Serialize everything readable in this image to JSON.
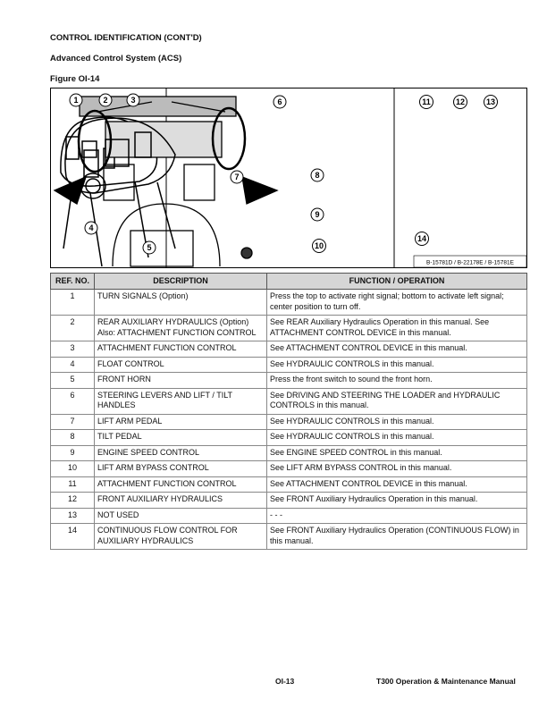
{
  "header": {
    "section": "CONTROL IDENTIFICATION (CONT'D)",
    "subtitle": "Advanced Control System (ACS)",
    "figure_label": "Figure OI-14"
  },
  "figure": {
    "callouts": [
      "1",
      "2",
      "3",
      "4",
      "5",
      "6",
      "7",
      "8",
      "9",
      "10",
      "11",
      "12",
      "13",
      "14"
    ],
    "caption": "B-15781D / B-22178E / B-15781E"
  },
  "table": {
    "headers": [
      "REF. NO.",
      "DESCRIPTION",
      "FUNCTION / OPERATION"
    ],
    "rows": [
      {
        "ref": "1",
        "desc": "TURN SIGNALS (Option)",
        "func": "Press the top to activate right signal; bottom to activate left signal; center position to turn off."
      },
      {
        "ref": "2",
        "desc": "REAR AUXILIARY HYDRAULICS (Option) Also: ATTACHMENT FUNCTION CONTROL",
        "func": "See REAR Auxiliary Hydraulics Operation in this manual. See ATTACHMENT CONTROL DEVICE in this manual."
      },
      {
        "ref": "3",
        "desc": "ATTACHMENT FUNCTION CONTROL",
        "func": "See ATTACHMENT CONTROL DEVICE in this manual."
      },
      {
        "ref": "4",
        "desc": "FLOAT CONTROL",
        "func": "See HYDRAULIC CONTROLS in this manual."
      },
      {
        "ref": "5",
        "desc": "FRONT HORN",
        "func": "Press the front switch to sound the front horn."
      },
      {
        "ref": "6",
        "desc": "STEERING LEVERS AND LIFT / TILT HANDLES",
        "func": "See DRIVING AND STEERING THE LOADER and HYDRAULIC CONTROLS in this manual."
      },
      {
        "ref": "7",
        "desc": "LIFT ARM PEDAL",
        "func": "See HYDRAULIC CONTROLS in this manual."
      },
      {
        "ref": "8",
        "desc": "TILT PEDAL",
        "func": "See HYDRAULIC CONTROLS in this manual."
      },
      {
        "ref": "9",
        "desc": "ENGINE SPEED CONTROL",
        "func": "See ENGINE SPEED CONTROL in this manual."
      },
      {
        "ref": "10",
        "desc": "LIFT ARM BYPASS CONTROL",
        "func": "See LIFT ARM BYPASS CONTROL in this manual."
      },
      {
        "ref": "11",
        "desc": "ATTACHMENT FUNCTION CONTROL",
        "func": "See ATTACHMENT CONTROL DEVICE in this manual."
      },
      {
        "ref": "12",
        "desc": "FRONT AUXILIARY HYDRAULICS",
        "func": "See FRONT Auxiliary Hydraulics Operation in this manual."
      },
      {
        "ref": "13",
        "desc": "NOT USED",
        "func": "- - -"
      },
      {
        "ref": "14",
        "desc": "CONTINUOUS FLOW CONTROL FOR AUXILIARY HYDRAULICS",
        "func": "See FRONT Auxiliary Hydraulics Operation (CONTINUOUS FLOW) in this manual."
      }
    ]
  },
  "footer": {
    "page": "OI-13",
    "manual": "T300 Operation & Maintenance Manual"
  }
}
